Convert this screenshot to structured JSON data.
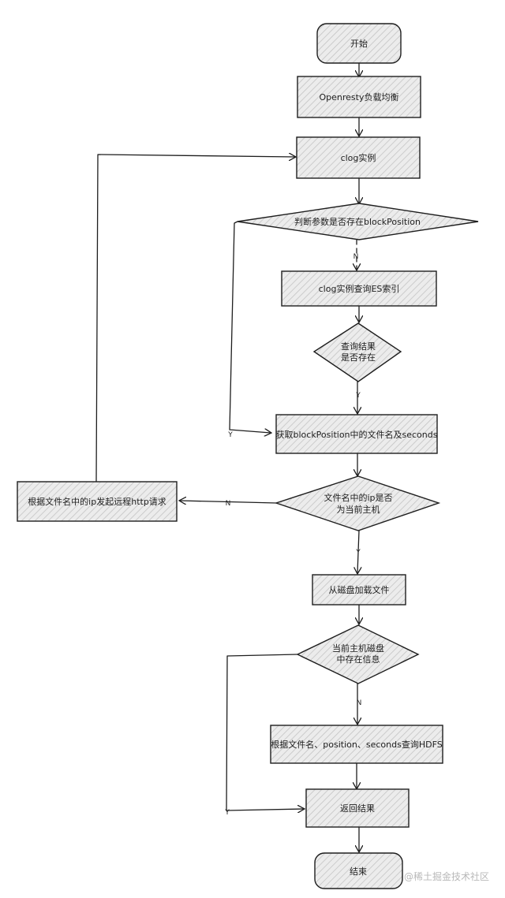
{
  "nodes": {
    "start": "开始",
    "openresty": "Openresty负载均衡",
    "clog": "clog实例",
    "judge_param": "判断参数是否存在blockPosition",
    "query_es": "clog实例查询ES索引",
    "result_exists_1": "查询结果",
    "result_exists_2": "是否存在",
    "get_block": "获取blockPosition中的文件名及seconds",
    "ip_check_1": "文件名中的ip是否",
    "ip_check_2": "为当前主机",
    "remote_http": "根据文件名中的ip发起远程http请求",
    "load_disk": "从磁盘加载文件",
    "disk_info_1": "当前主机磁盘",
    "disk_info_2": "中存在信息",
    "query_hdfs": "根据文件名、position、seconds查询HDFS",
    "return_result": "返回结果",
    "end": "结束"
  },
  "edges": {
    "param_no": "N",
    "param_yes": "Y",
    "result_yes": "Y",
    "ip_no": "N",
    "ip_yes": "Y",
    "disk_no": "N",
    "disk_yes": "Y"
  },
  "watermark": "@稀土掘金技术社区",
  "colors": {
    "stroke": "#1e1e1e",
    "hatch_fill": "#e8e8e8"
  }
}
